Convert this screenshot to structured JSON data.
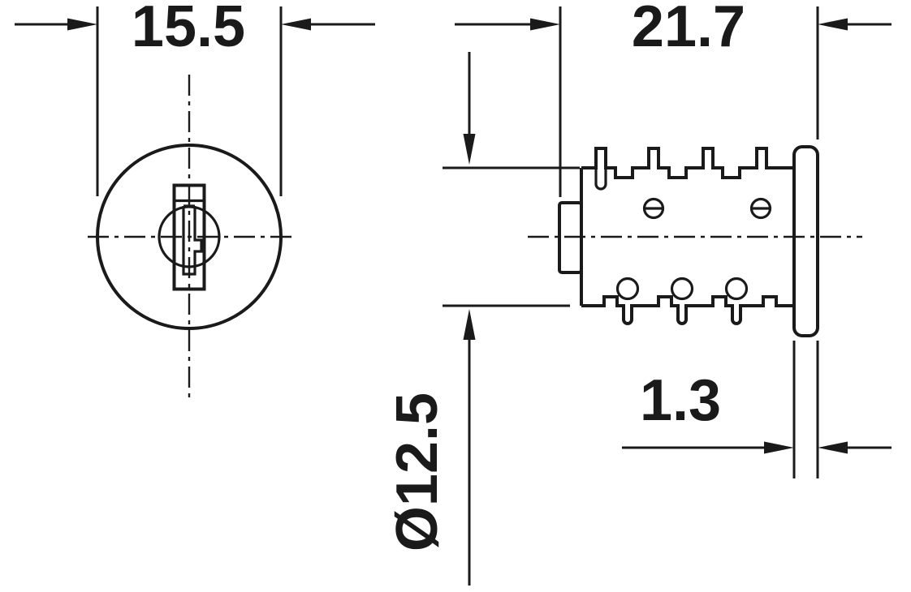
{
  "drawing": {
    "background": "#ffffff",
    "line_color": "#1a1a1a",
    "dimensions": {
      "front_width": "15.5",
      "overall_length": "21.7",
      "flange_thickness": "1.3",
      "diameter": "Ø12.5"
    }
  }
}
